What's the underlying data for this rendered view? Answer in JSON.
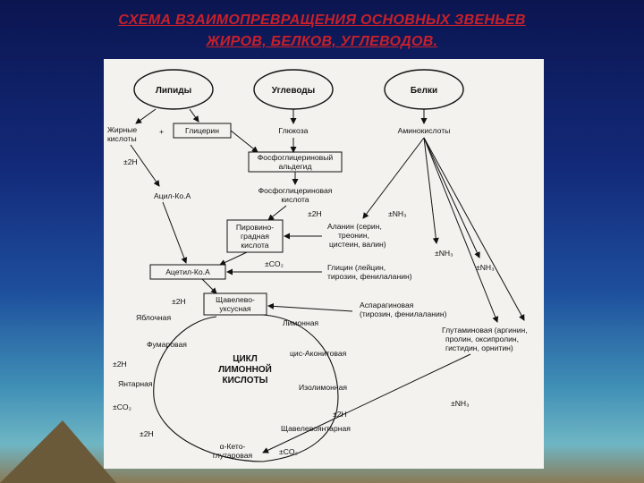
{
  "title": {
    "line1": "СХЕМА ВЗАИМОПРЕВРАЩЕНИЯ ОСНОВНЫХ ЗВЕНЬЕВ",
    "line2": "ЖИРОВ, БЕЛКОВ, УГЛЕВОДОВ."
  },
  "diagram": {
    "lipids": "Липиды",
    "carbs": "Углеводы",
    "proteins": "Белки",
    "fatty_acids_1": "Жирные",
    "fatty_acids_2": "кислоты",
    "plus": "+",
    "glycerol": "Глицерин",
    "glucose": "Глюкоза",
    "amino_acids": "Аминокислоты",
    "pga_1": "Фосфоглицериновый",
    "pga_2": "альдегид",
    "minus2h_a": "±2Н",
    "acyl_coa": "Ацил-Ко.А",
    "phosphoglyceric_1": "Фосфоглицериновая",
    "phosphoglyceric_2": "кислота",
    "minus2h_b": "±2Н",
    "nh3_a": "±NH₃",
    "pyruvic_1": "Пировино-",
    "pyruvic_2": "градная",
    "pyruvic_3": "кислота",
    "alanine_1": "Аланин (серин,",
    "alanine_2": "треонин,",
    "alanine_3": "цистеин, валин)",
    "nh3_b": "±NH₃",
    "acetyl_coa": "Ацетил-Ко.А",
    "co2_a": "±CO₂",
    "glycine_1": "Глицин (лейцин,",
    "glycine_2": "тирозин, фенилаланин)",
    "nh3_c": "±NH₃",
    "oxalo_1": "Щавелево-",
    "oxalo_2": "уксусная",
    "minus2h_c": "±2Н",
    "aspartic_1": "Аспарагиновая",
    "aspartic_2": "(тирозин, фенилаланин)",
    "malic": "Яблочная",
    "citric": "Лимонная",
    "glutamic_1": "Глутаминовая (аргинин,",
    "glutamic_2": "пролин, оксипролин,",
    "glutamic_3": "гистидин, орнитин)",
    "fumaric": "Фумаровая",
    "cycle_1": "ЦИКЛ",
    "cycle_2": "ЛИМОННОЙ",
    "cycle_3": "КИСЛОТЫ",
    "cis_aconitic": "цис-Аконитовая",
    "minus2h_d": "±2Н",
    "succinic": "Янтарная",
    "isocitric": "Изолимонная",
    "co2_b": "±CO₂",
    "minus2h_e": "±2Н",
    "oxalosuccinic": "Щавелевоянтарная",
    "nh3_d": "±NH₃",
    "minus2h_f": "±2Н",
    "akg_1": "α-Кето-",
    "akg_2": "глутаровая",
    "co2_c": "±CO₂"
  },
  "colors": {
    "title_red": "#c8202a",
    "panel_bg": "#f4f2ee",
    "ink": "#111111"
  }
}
